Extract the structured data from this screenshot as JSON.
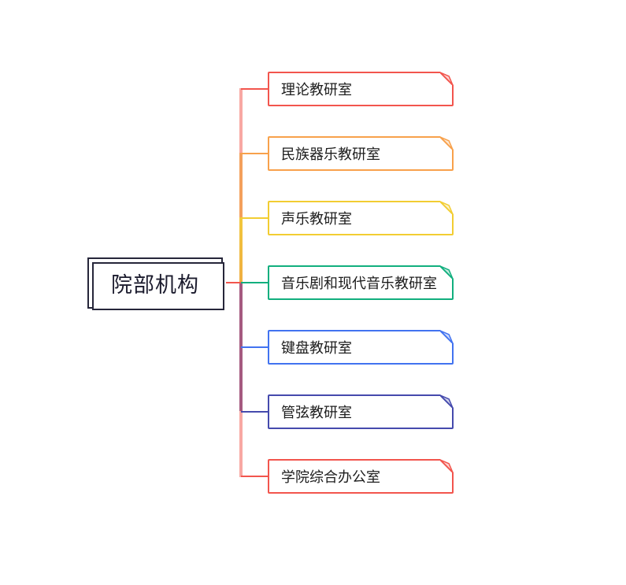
{
  "canvas": {
    "background": "#ffffff"
  },
  "root": {
    "label": "院部机构",
    "border_color": "#26263a",
    "text_color": "#1c1c2e"
  },
  "nodes": [
    {
      "label": "理论教研室",
      "color": "#f2554d"
    },
    {
      "label": "民族器乐教研室",
      "color": "#f8a14b"
    },
    {
      "label": "声乐教研室",
      "color": "#f2cd32"
    },
    {
      "label": "音乐剧和现代音乐教研室",
      "color": "#12af7e"
    },
    {
      "label": "键盘教研室",
      "color": "#4273f0"
    },
    {
      "label": "管弦教研室",
      "color": "#454aad"
    },
    {
      "label": "学院综合办公室",
      "color": "#f2554d"
    }
  ],
  "connectors": {
    "root_stub_color": "#f2554d",
    "trunk": {
      "s1": "#f8a8a3",
      "s2": "#f4a05c",
      "s3_top": "#f2c83c",
      "s3_bottom": "#efae42",
      "s4": "#a55a80",
      "s5": "#f8a8a3"
    }
  }
}
